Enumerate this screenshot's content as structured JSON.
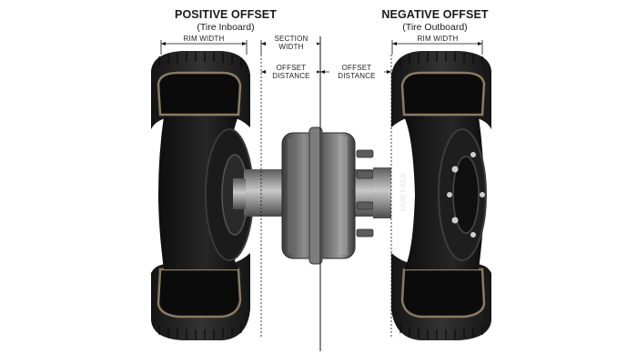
{
  "left_header": {
    "title": "POSITIVE OFFSET",
    "subtitle": "(Tire Inboard)"
  },
  "right_header": {
    "title": "NEGATIVE OFFSET",
    "subtitle": "(Tire Outboard)"
  },
  "labels": {
    "rim_width_left": "RIM WIDTH",
    "rim_width_right": "RIM WIDTH",
    "section_width_1": "SECTION",
    "section_width_2": "WIDTH",
    "offset_left_1": "OFFSET",
    "offset_left_2": "DISTANCE",
    "offset_right_1": "OFFSET",
    "offset_right_2": "DISTANCE",
    "hub_face": "HUB FACE"
  },
  "colors": {
    "tire_dark": "#1c1c1c",
    "tire_mid": "#2e2e2e",
    "tire_liner": "#8a7a63",
    "metal": "#9a9a9a",
    "line": "#111111"
  }
}
